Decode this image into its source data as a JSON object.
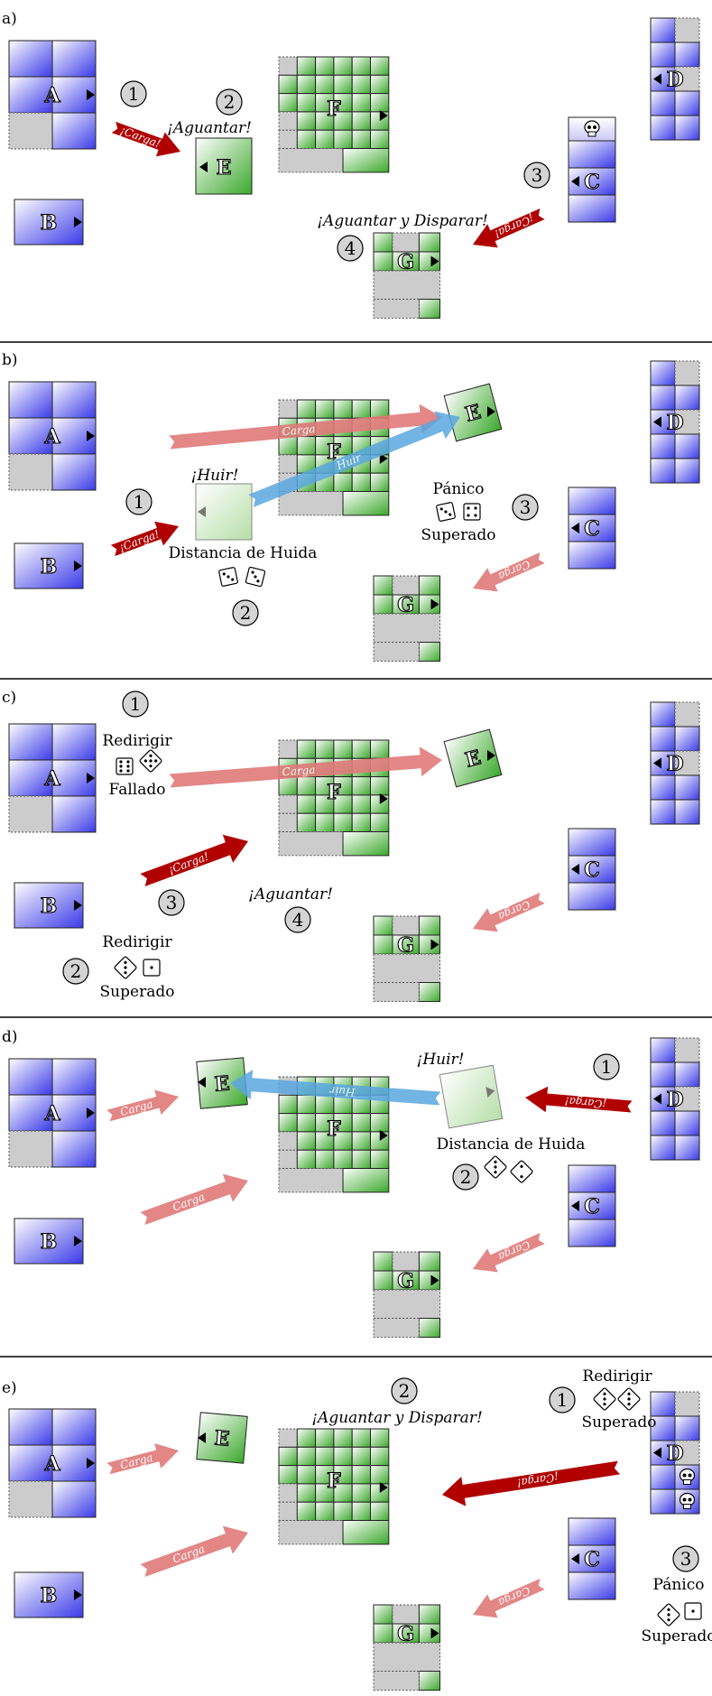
{
  "panels": [
    {
      "label": "a)"
    },
    {
      "label": "b)"
    },
    {
      "label": "c)"
    },
    {
      "label": "d)"
    },
    {
      "label": "e)"
    }
  ],
  "units": {
    "A": "A",
    "B": "B",
    "C": "C",
    "D": "D",
    "E": "E",
    "F": "F",
    "G": "G"
  },
  "texts": {
    "carga_exclaim": "¡Carga!",
    "carga": "Carga",
    "huir": "Huir",
    "aguantar": "¡Aguantar!",
    "aguantar_disparar": "¡Aguantar y Disparar!",
    "huir_exclaim": "¡Huir!",
    "distancia_huida": "Distancia de Huida",
    "panico": "Pánico",
    "superado": "Superado",
    "redirigir": "Redirigir",
    "fallado": "Fallado"
  },
  "numbers": {
    "n1": "1",
    "n2": "2",
    "n3": "3",
    "n4": "4"
  },
  "colors": {
    "blue": "#5b5bf0",
    "green": "#4fb23a",
    "red": "#b00000",
    "pale_red": "#e07a7a",
    "blue_arrow": "#5aa7e0",
    "gray": "#cccccc"
  }
}
